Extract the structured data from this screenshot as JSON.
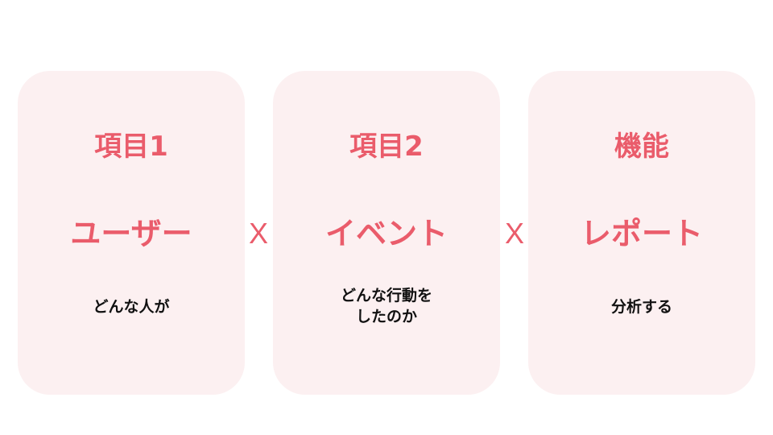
{
  "cards": [
    {
      "heading": "項目1",
      "value": "ユーザー",
      "description_lines": [
        "どんな人が"
      ]
    },
    {
      "heading": "項目2",
      "value": "イベント",
      "description_lines": [
        "どんな行動を",
        "したのか"
      ]
    },
    {
      "heading": "機能",
      "value": "レポート",
      "description_lines": [
        "分析する"
      ]
    }
  ],
  "operators": [
    "X",
    "X"
  ],
  "colors": {
    "accent": "#ea5c6b",
    "card_background": "#fcf0f1",
    "description_text": "#111111",
    "page_background": "#ffffff"
  }
}
